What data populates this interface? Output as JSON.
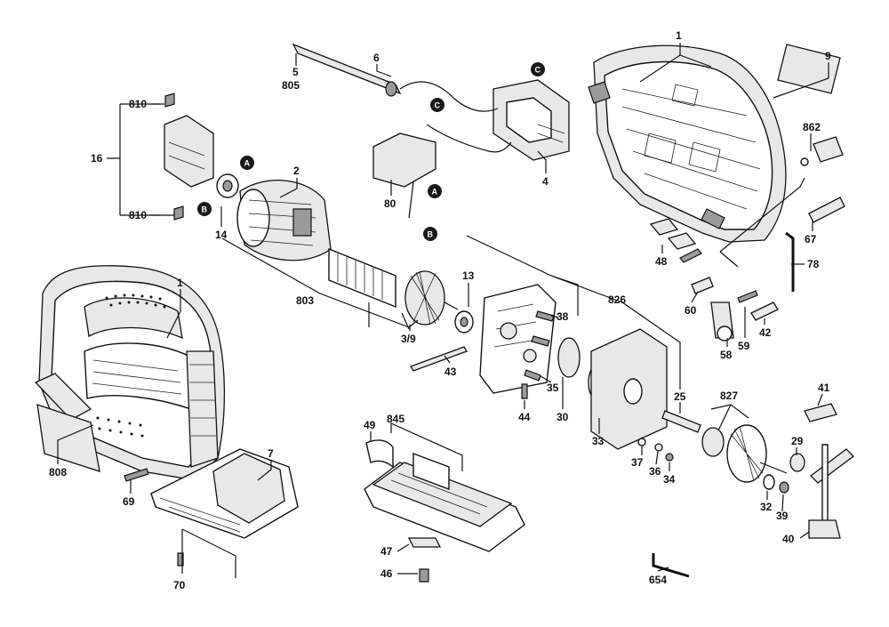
{
  "labels": {
    "p1_top": "1",
    "p1_left": "1",
    "p2": "2",
    "p3_9": "3/9",
    "p4": "4",
    "p5": "5",
    "p6": "6",
    "p7": "7",
    "p9": "9",
    "p13": "13",
    "p14": "14",
    "p16": "16",
    "p25": "25",
    "p29": "29",
    "p30": "30",
    "p32": "32",
    "p33": "33",
    "p34": "34",
    "p35": "35",
    "p36": "36",
    "p37": "37",
    "p38": "38",
    "p39": "39",
    "p40": "40",
    "p41": "41",
    "p42": "42",
    "p43": "43",
    "p44": "44",
    "p46": "46",
    "p47": "47",
    "p48": "48",
    "p49": "49",
    "p58": "58",
    "p59": "59",
    "p60": "60",
    "p67": "67",
    "p69": "69",
    "p70": "70",
    "p78": "78",
    "p80": "80",
    "p803": "803",
    "p805": "805",
    "p808": "808",
    "p810_top": "810",
    "p810_bottom": "810",
    "p826": "826",
    "p827": "827",
    "p845": "845",
    "p862": "862",
    "p654": "654"
  },
  "markers": {
    "a1": "A",
    "a2": "A",
    "b1": "B",
    "b2": "B",
    "c1": "C",
    "c2": "C"
  },
  "colors": {
    "ink": "#111111",
    "marker_fill": "#1a1a1a",
    "shade": "#e8e8e8"
  }
}
